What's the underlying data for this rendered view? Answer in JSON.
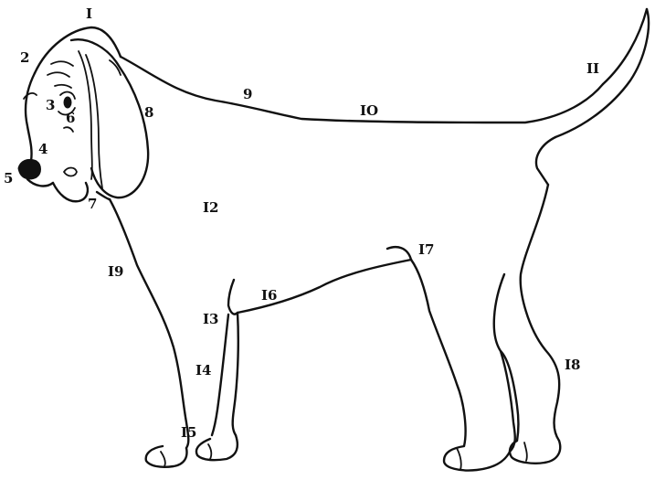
{
  "labels": {
    "l1": "I",
    "l2": "2",
    "l3": "3",
    "l4": "4",
    "l5": "5",
    "l6": "6",
    "l7": "7",
    "l8": "8",
    "l9": "9",
    "l10": "IO",
    "l11": "II",
    "l12": "I2",
    "l13": "I3",
    "l14": "I4",
    "l15": "I5",
    "l16": "I6",
    "l17": "I7",
    "l18": "I8",
    "l19": "I9"
  }
}
